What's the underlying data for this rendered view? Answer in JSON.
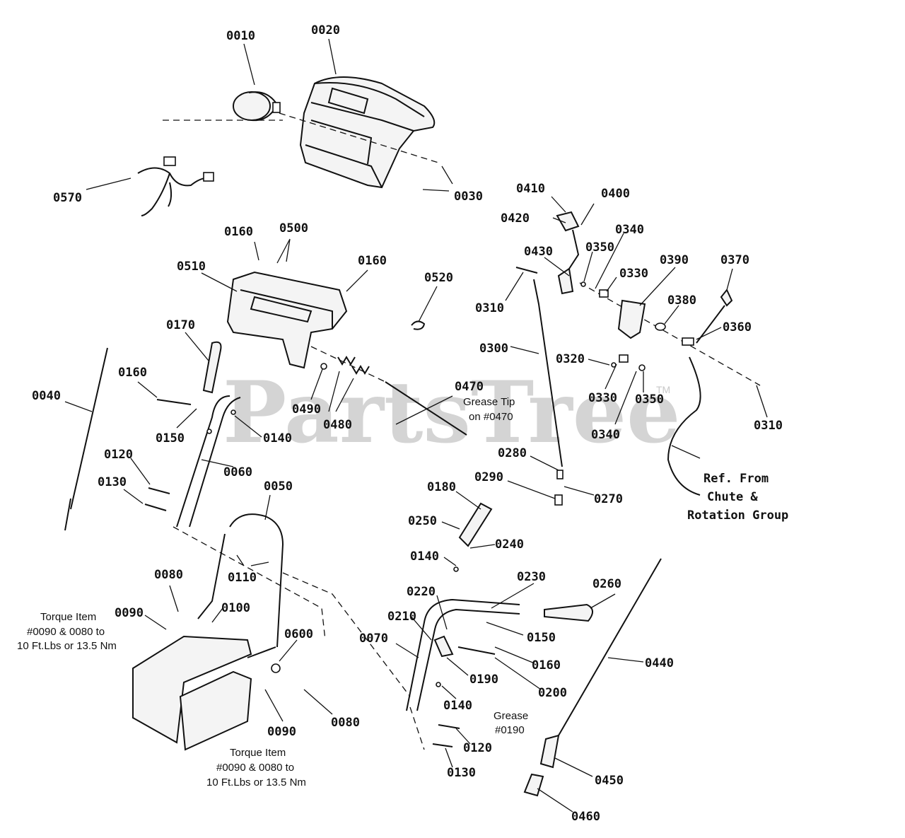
{
  "watermark": {
    "brand": "PartsTree",
    "trademark": "TM"
  },
  "part_labels": {
    "p0010": "0010",
    "p0020": "0020",
    "p0030": "0030",
    "p0570": "0570",
    "p0160a": "0160",
    "p0500": "0500",
    "p0510": "0510",
    "p0160b": "0160",
    "p0520": "0520",
    "p0170": "0170",
    "p0160c": "0160",
    "p0040": "0040",
    "p0150a": "0150",
    "p0140a": "0140",
    "p0490": "0490",
    "p0480": "0480",
    "p0470": "0470",
    "p0060": "0060",
    "p0120a": "0120",
    "p0130a": "0130",
    "p0050": "0050",
    "p0110": "0110",
    "p0080a": "0080",
    "p0090a": "0090",
    "p0100": "0100",
    "p0600": "0600",
    "p0090b": "0090",
    "p0080b": "0080",
    "p0410": "0410",
    "p0400": "0400",
    "p0420": "0420",
    "p0340a": "0340",
    "p0430": "0430",
    "p0350a": "0350",
    "p0390": "0390",
    "p0370": "0370",
    "p0330a": "0330",
    "p0310a": "0310",
    "p0380": "0380",
    "p0360": "0360",
    "p0300": "0300",
    "p0320": "0320",
    "p0330b": "0330",
    "p0350b": "0350",
    "p0340b": "0340",
    "p0310b": "0310",
    "p0280": "0280",
    "p0290": "0290",
    "p0270": "0270",
    "p0180": "0180",
    "p0250": "0250",
    "p0240": "0240",
    "p0140b": "0140",
    "p0230": "0230",
    "p0260": "0260",
    "p0220": "0220",
    "p0210": "0210",
    "p0150b": "0150",
    "p0070": "0070",
    "p0160d": "0160",
    "p0190": "0190",
    "p0200": "0200",
    "p0140c": "0140",
    "p0440": "0440",
    "p0120b": "0120",
    "p0130b": "0130",
    "p0450": "0450",
    "p0460": "0460"
  },
  "notes": {
    "grease_tip_line1": "Grease Tip",
    "grease_tip_line2": "on #0470",
    "torque_left_line1": "Torque Item",
    "torque_left_line2": "#0090 & 0080 to",
    "torque_left_line3": "10 Ft.Lbs or 13.5 Nm",
    "torque_bottom_line1": "Torque Item",
    "torque_bottom_line2": "#0090 & 0080 to",
    "torque_bottom_line3": "10 Ft.Lbs or 13.5 Nm",
    "grease_0190_line1": "Grease",
    "grease_0190_line2": "#0190",
    "ref_line1": "Ref. From",
    "ref_line2": "Chute &",
    "ref_line3": "Rotation Group"
  }
}
